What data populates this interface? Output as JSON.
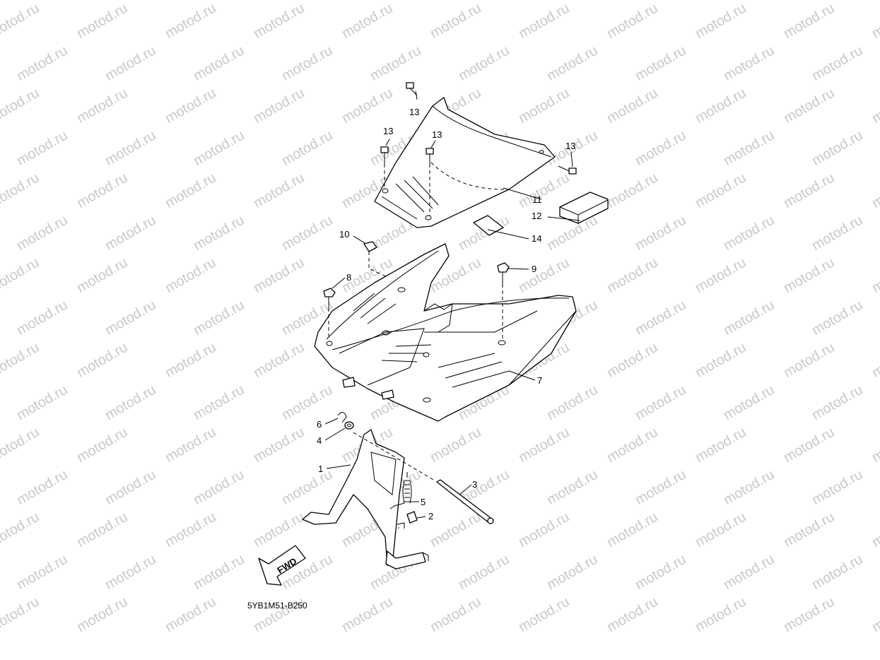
{
  "watermark": "motod.ru",
  "diagram_code": "5YB1M51-B250",
  "fwd_label": "FWD",
  "callouts": {
    "c1": "1",
    "c2": "2",
    "c3": "3",
    "c4": "4",
    "c5": "5",
    "c6": "6",
    "c7": "7",
    "c8": "8",
    "c9": "9",
    "c10": "10",
    "c11": "11",
    "c12": "12",
    "c13a": "13",
    "c13b": "13",
    "c13c": "13",
    "c13d": "13",
    "c14": "14"
  }
}
